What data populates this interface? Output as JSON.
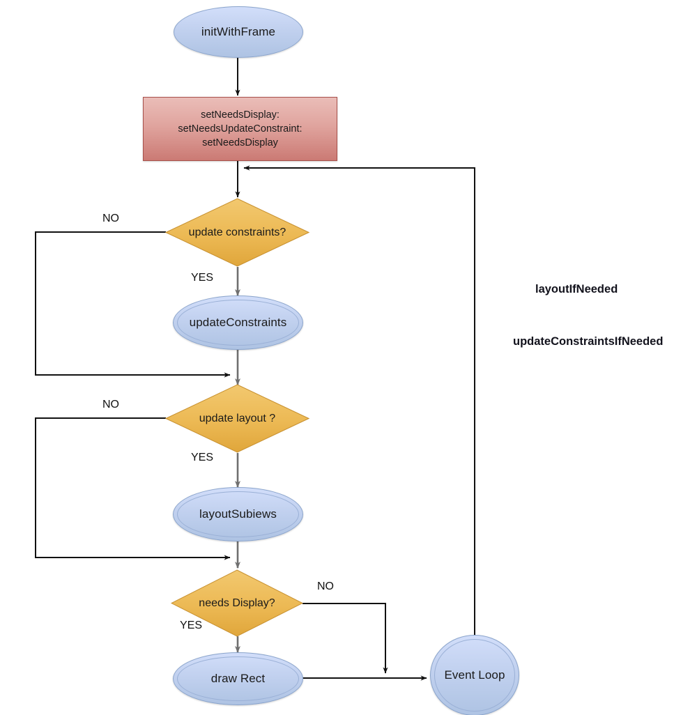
{
  "diagram": {
    "title": "UIView layout and display cycle flowchart",
    "palette": {
      "ellipse_fill_top": "#d2defa",
      "ellipse_fill_bottom": "#aec3e3",
      "ellipse_stroke": "#8aa4cc",
      "box_fill_top": "#eabdb8",
      "box_fill_bottom": "#cb7a74",
      "box_stroke": "#a8504a",
      "diamond_fill_top": "#f0c269",
      "diamond_fill_bottom": "#e2a93f",
      "diamond_stroke": "#c98f2e",
      "edge_black": "#111111",
      "edge_gray": "#777777",
      "text": "#1a1a1a",
      "background": "#ffffff"
    },
    "nodes": {
      "init": {
        "label": "initWithFrame",
        "shape": "ellipse"
      },
      "set_needs": {
        "shape": "rect",
        "lines": [
          "setNeedsDisplay:",
          "setNeedsUpdateConstraint:",
          "setNeedsDisplay"
        ]
      },
      "decide_constraints": {
        "label": "update constraints?",
        "shape": "diamond"
      },
      "update_constraints": {
        "label": "updateConstraints",
        "shape": "ellipse"
      },
      "decide_layout": {
        "label": "update layout ?",
        "shape": "diamond"
      },
      "layout_subviews": {
        "label": "layoutSubiews",
        "shape": "ellipse"
      },
      "decide_display": {
        "label": "needs Display?",
        "shape": "diamond"
      },
      "draw_rect": {
        "label": "draw Rect",
        "shape": "ellipse"
      },
      "event_loop": {
        "label": "Event Loop",
        "shape": "ellipse"
      }
    },
    "edge_labels": {
      "constraints_no": "NO",
      "constraints_yes": "YES",
      "layout_no": "NO",
      "layout_yes": "YES",
      "display_no": "NO",
      "display_yes": "YES"
    },
    "annotations": {
      "layout_if_needed": "layoutIfNeeded",
      "update_constraints_if_needed": "updateConstraintsIfNeeded"
    }
  }
}
